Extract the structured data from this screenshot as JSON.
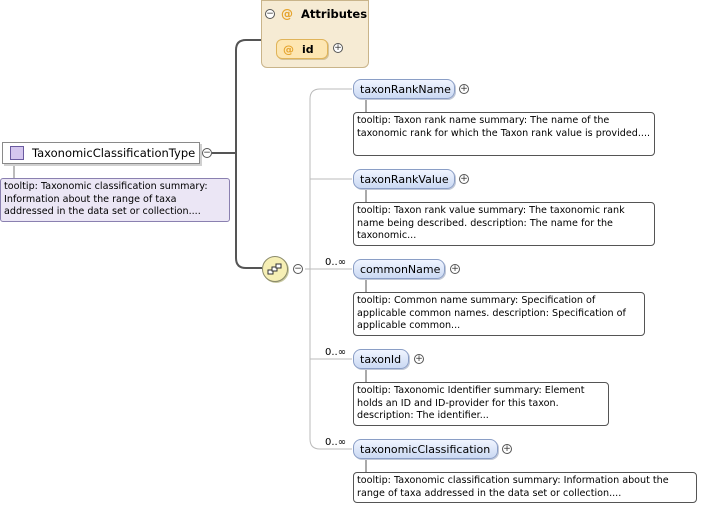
{
  "root": {
    "label": "TaxonomicClassificationType",
    "tooltip": "tooltip: Taxonomic classification summary: Information about the range of taxa addressed in the data set or collection...."
  },
  "attributes": {
    "title": "Attributes",
    "items": [
      {
        "symbol": "@",
        "name": "id"
      }
    ]
  },
  "elements": [
    {
      "name": "taxonRankName",
      "occurs": "",
      "tooltip": "tooltip: Taxon rank name summary: The name of the taxonomic rank for which the Taxon rank value is provided...."
    },
    {
      "name": "taxonRankValue",
      "occurs": "",
      "tooltip": "tooltip: Taxon rank value summary: The taxonomic rank name being described. description: The name for the taxonomic..."
    },
    {
      "name": "commonName",
      "occurs": "0..∞",
      "tooltip": "tooltip: Common name summary: Specification of applicable common names. description: Specification of applicable common..."
    },
    {
      "name": "taxonId",
      "occurs": "0..∞",
      "tooltip": "tooltip: Taxonomic Identifier summary: Element holds an ID and ID-provider for this taxon. description: The identifier..."
    },
    {
      "name": "taxonomicClassification",
      "occurs": "0..∞",
      "tooltip": "tooltip: Taxonomic classification summary: Information about the range of taxa addressed in the data set or collection...."
    }
  ],
  "icons": {
    "collapse": "minus-circle-icon",
    "expand": "plus-circle-icon",
    "sequence": "sequence-compositor-icon",
    "attribute": "at-sign-icon",
    "type": "complex-type-icon"
  }
}
